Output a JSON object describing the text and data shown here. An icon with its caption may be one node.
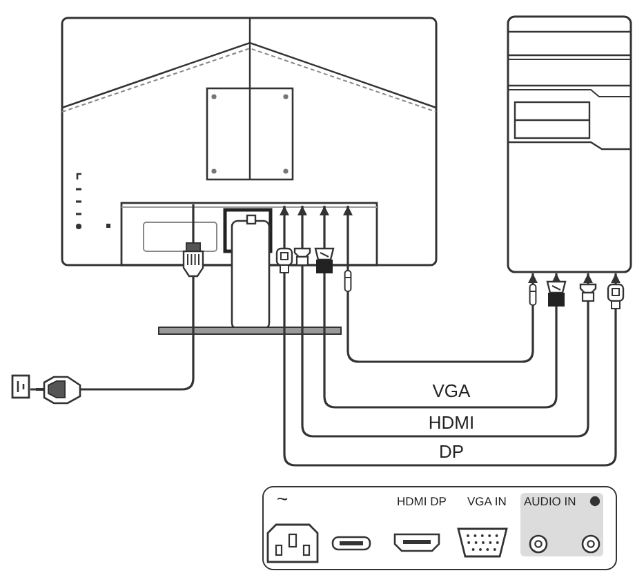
{
  "diagram": {
    "nodes": [
      {
        "text": [],
        "shape": "picture"
      },
      {
        "text": [],
        "shape": "box",
        "in": 0
      },
      {
        "text": [],
        "shape": "picture"
      },
      {
        "text": [],
        "shape": "picture"
      },
      {
        "text": [
          "~",
          "HDMI DP",
          "VGA IN",
          "AUDIO IN"
        ]
      }
    ],
    "edges": [
      {
        "from": 1,
        "to": 3,
        "arrow": "none"
      },
      {
        "from": 1,
        "to": 2,
        "arrow": "both"
      },
      {
        "from": 1,
        "to": 2,
        "arrow": "both",
        "label": "VGA"
      },
      {
        "from": 1,
        "to": 2,
        "arrow": "both",
        "label": "HDMI"
      },
      {
        "from": 1,
        "to": 2,
        "arrow": "both",
        "label": "DP"
      }
    ]
  }
}
